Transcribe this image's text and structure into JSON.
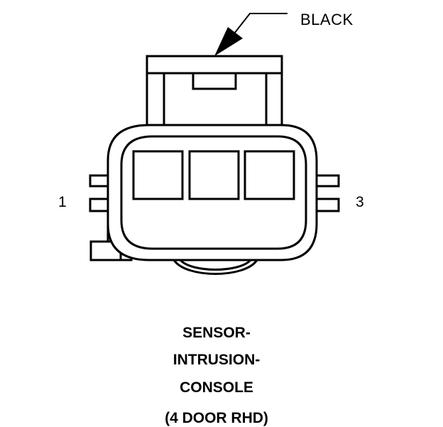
{
  "connector": {
    "color_label": "BLACK",
    "pins": {
      "left": "1",
      "right": "3"
    }
  },
  "caption": {
    "line1": "SENSOR-",
    "line2": "INTRUSION-",
    "line3": "CONSOLE",
    "line4": "(4 DOOR RHD)"
  }
}
